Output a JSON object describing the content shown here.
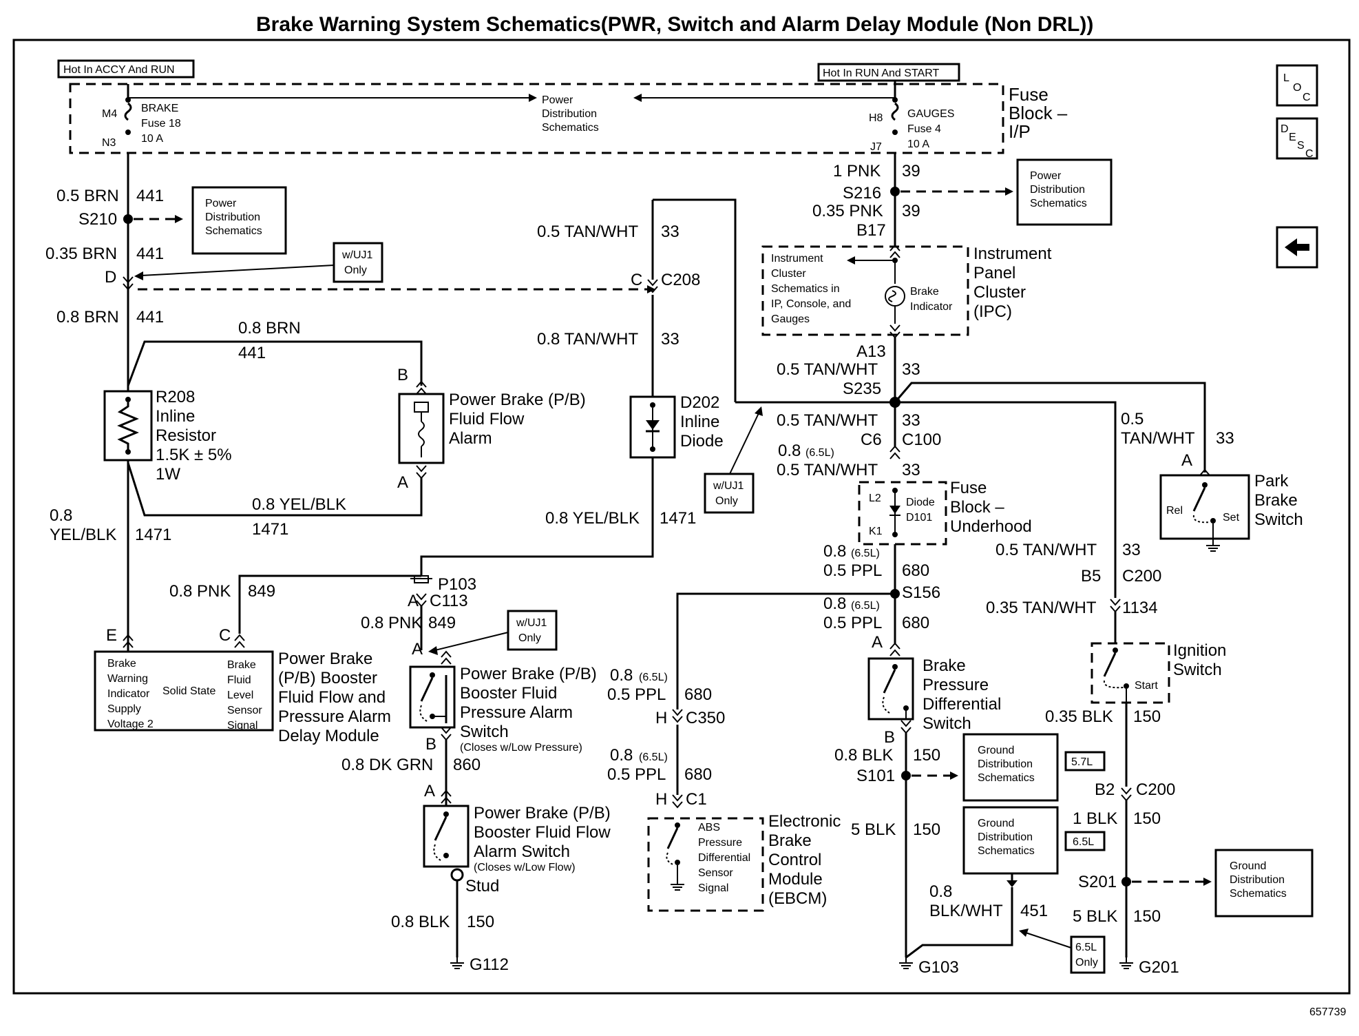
{
  "title": "Brake Warning System Schematics(PWR, Switch and Alarm Delay Module (Non DRL))",
  "doc_number": "657739",
  "nav": {
    "loc_L": "L",
    "loc_O": "O",
    "loc_C": "C",
    "desc_D": "D",
    "desc_E": "E",
    "desc_S": "S",
    "desc_C": "C"
  },
  "hot_accy": "Hot In ACCY And RUN",
  "hot_run": "Hot In RUN And START",
  "fuse_ip": {
    "l1": "Fuse",
    "l2": "Block –",
    "l3": "I/P"
  },
  "brake_fuse": {
    "top": "M4",
    "bottom": "N3",
    "l1": "BRAKE",
    "l2": "Fuse 18",
    "l3": "10 A"
  },
  "gauges_fuse": {
    "top": "H8",
    "bottom": "J7",
    "l1": "GAUGES",
    "l2": "Fuse 4",
    "l3": "10 A"
  },
  "pds": {
    "l1": "Power",
    "l2": "Distribution",
    "l3": "Schematics"
  },
  "gds": {
    "l1": "Ground",
    "l2": "Distribution",
    "l3": "Schematics"
  },
  "uj1": {
    "l1": "w/UJ1",
    "l2": "Only"
  },
  "only65": {
    "l1": "6.5L",
    "l2": "Only"
  },
  "tag57": "5.7L",
  "tag65": "6.5L",
  "left": {
    "w1a": "0.5 BRN",
    "w1b": "441",
    "s210": "S210",
    "w2a": "0.35 BRN",
    "w2b": "441",
    "d": "D",
    "w3a": "0.8 BRN",
    "w3b": "441",
    "r208": {
      "l1": "R208",
      "l2": "Inline",
      "l3": "Resistor",
      "l4": "1.5K ± 5%",
      "l5": "1W"
    },
    "w4a": "0.8",
    "w4b": "YEL/BLK",
    "w4c": "1471",
    "top_brn_a": "0.8 BRN",
    "top_brn_b": "441",
    "ylw_a": "0.8 YEL/BLK",
    "ylw_b": "1471",
    "pb_b": "B",
    "pb_a": "A",
    "pb_alarm": {
      "l1": "Power Brake (P/B)",
      "l2": "Fluid Flow",
      "l3": "Alarm"
    },
    "pnk_a": "0.8 PNK",
    "pnk_b": "849",
    "e": "E",
    "c": "C",
    "module_left": {
      "l1": "Brake",
      "l2": "Warning",
      "l3": "Indicator",
      "l4": "Supply",
      "l5": "Voltage 2"
    },
    "module_mid": "Solid State",
    "module_right": {
      "l1": "Brake",
      "l2": "Fluid",
      "l3": "Level",
      "l4": "Sensor",
      "l5": "Signal"
    },
    "module_name": {
      "l1": "Power Brake",
      "l2": "(P/B) Booster",
      "l3": "Fluid Flow and",
      "l4": "Pressure Alarm",
      "l5": "Delay Module"
    }
  },
  "mid": {
    "tan1a": "0.5 TAN/WHT",
    "tan1b": "33",
    "c": "C",
    "c208": "C208",
    "tan2a": "0.8 TAN/WHT",
    "tan2b": "33",
    "d202": {
      "l1": "D202",
      "l2": "Inline",
      "l3": "Diode"
    },
    "ylwa": "0.8 YEL/BLK",
    "ylwb": "1471",
    "p103": "P103",
    "a": "A",
    "c113": "C113",
    "pnk2a": "0.8 PNK",
    "pnk2b": "849",
    "sw_a": "A",
    "sw1": {
      "l1": "Power Brake (P/B)",
      "l2": "Booster Fluid",
      "l3": "Pressure Alarm",
      "l4": "Switch",
      "l5": "(Closes w/Low Pressure)"
    },
    "sw_b": "B",
    "grn_a": "0.8 DK GRN",
    "grn_b": "860",
    "sw2_a": "A",
    "sw2": {
      "l1": "Power Brake (P/B)",
      "l2": "Booster Fluid Flow",
      "l3": "Alarm Switch",
      "l4": "(Closes w/Low Flow)"
    },
    "stud": "Stud",
    "blk_a": "0.8 BLK",
    "blk_b": "150",
    "g112": "G112"
  },
  "ebcm": {
    "w1a": "0.8",
    "w1b": "(6.5L)",
    "w1c": "0.5 PPL",
    "w1d": "680",
    "h1": "H",
    "c350": "C350",
    "w2a": "0.8",
    "w2b": "(6.5L)",
    "w2c": "0.5 PPL",
    "w2d": "680",
    "h2": "H",
    "c1": "C1",
    "inner": {
      "l1": "ABS",
      "l2": "Pressure",
      "l3": "Differential",
      "l4": "Sensor",
      "l5": "Signal"
    },
    "name": {
      "l1": "Electronic",
      "l2": "Brake",
      "l3": "Control",
      "l4": "Module",
      "l5": "(EBCM)"
    }
  },
  "right": {
    "pnk_a": "1 PNK",
    "pnk_b": "39",
    "s216": "S216",
    "pnk2_a": "0.35 PNK",
    "pnk2_b": "39",
    "b17": "B17",
    "ipc_inner": {
      "l1": "Instrument",
      "l2": "Cluster",
      "l3": "Schematics in",
      "l4": "IP, Console, and",
      "l5": "Gauges"
    },
    "brake_ind": {
      "l1": "Brake",
      "l2": "Indicator"
    },
    "ipc_name": {
      "l1": "Instrument",
      "l2": "Panel",
      "l3": "Cluster",
      "l4": "(IPC)"
    },
    "a13": "A13",
    "tan1a": "0.5 TAN/WHT",
    "tan1b": "33",
    "s235": "S235",
    "tan2a": "0.5 TAN/WHT",
    "tan2b": "33",
    "c6": "C6",
    "c100": "C100",
    "w3a": "0.8",
    "w3b": "(6.5L)",
    "w3c": "0.5 TAN/WHT",
    "w3d": "33",
    "l2": "L2",
    "k1": "K1",
    "diode": "Diode",
    "d101": "D101",
    "fuse_uh": {
      "l1": "Fuse",
      "l2": "Block –",
      "l3": "Underhood"
    },
    "w4a": "0.8",
    "w4b": "(6.5L)",
    "w4c": "0.5 PPL",
    "w4d": "680",
    "s156": "S156",
    "w5a": "0.8",
    "w5b": "(6.5L)",
    "w5c": "0.5 PPL",
    "w5d": "680",
    "bp_a": "A",
    "bpd": {
      "l1": "Brake",
      "l2": "Pressure",
      "l3": "Differential",
      "l4": "Switch"
    },
    "bp_b": "B",
    "blk1a": "0.8 BLK",
    "blk1b": "150",
    "s101": "S101",
    "blk2a": "5 BLK",
    "blk2b": "150",
    "bw_a": "0.8",
    "bw_b": "BLK/WHT",
    "bw_c": "451",
    "g103": "G103"
  },
  "far": {
    "tan1a": "0.5",
    "tan1b": "TAN/WHT",
    "tan1c": "33",
    "pb_a": "A",
    "rel": "Rel",
    "set": "Set",
    "park": {
      "l1": "Park",
      "l2": "Brake",
      "l3": "Switch"
    },
    "tan2a": "0.5 TAN/WHT",
    "tan2b": "33",
    "b5": "B5",
    "c200": "C200",
    "tan3a": "0.35 TAN/WHT",
    "tan3b": "1134",
    "start": "Start",
    "ign": {
      "l1": "Ignition",
      "l2": "Switch"
    },
    "blk1a": "0.35 BLK",
    "blk1b": "150",
    "b2": "B2",
    "c200b": "C200",
    "blk2a": "1 BLK",
    "blk2b": "150",
    "s201": "S201",
    "blk3a": "5 BLK",
    "blk3b": "150",
    "g201": "G201"
  }
}
